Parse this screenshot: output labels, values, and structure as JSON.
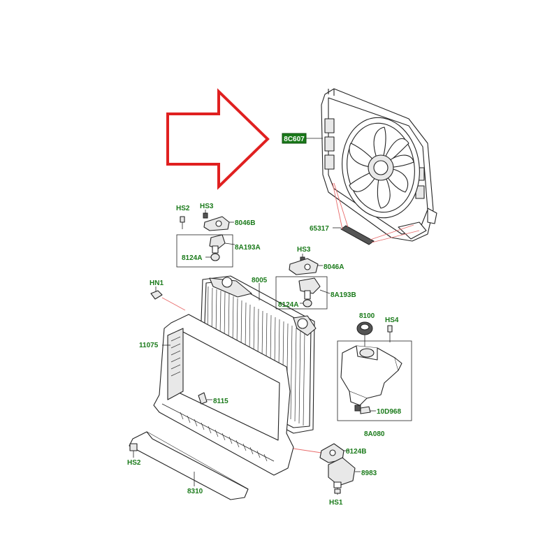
{
  "highlight_color": "#1a7a1a",
  "arrow_color": "#e02020",
  "labels": {
    "fan": "8C607",
    "seal": "65317",
    "hs2_top": "HS2",
    "hs3_left": "HS3",
    "bracket_left": "8046B",
    "mount_left": "8A193A",
    "insulator_left": "8124A",
    "radiator": "8005",
    "hs3_right": "HS3",
    "bracket_right": "8046A",
    "mount_right": "8A193B",
    "insulator_right": "8124A",
    "hn1": "HN1",
    "frame": "11075",
    "drain": "8115",
    "cap": "8100",
    "hs4": "HS4",
    "sensor": "10D968",
    "reservoir": "8A080",
    "insulator_low": "8124B",
    "support": "8983",
    "hs2_bottom": "HS2",
    "deflector": "8310",
    "hs1": "HS1"
  }
}
